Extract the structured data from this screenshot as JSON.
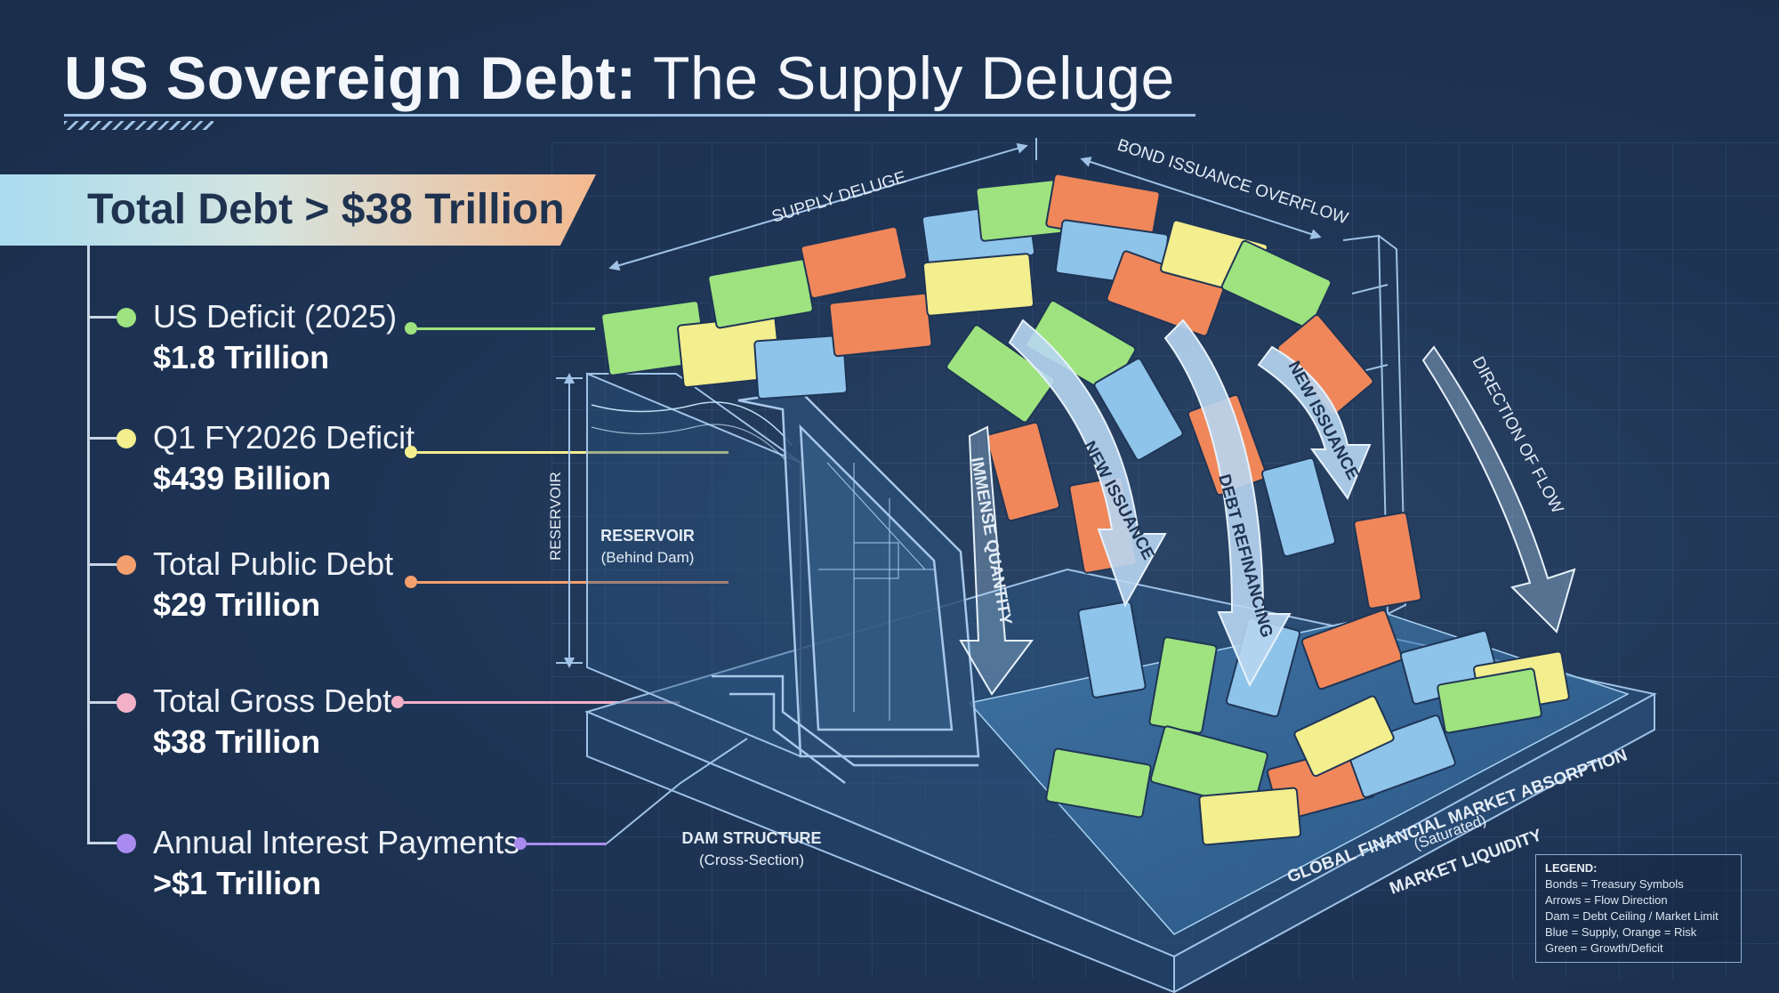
{
  "title": {
    "bold": "US Sovereign Debt:",
    "normal": " The Supply Deluge"
  },
  "banner": "Total Debt > $38 Trillion",
  "items": [
    {
      "label": "US Deficit (2025)",
      "value": "$1.8 Trillion",
      "color": "#9ee37f"
    },
    {
      "label": "Q1 FY2026 Deficit",
      "value": "$439 Billion",
      "color": "#f3ee8e"
    },
    {
      "label": "Total Public Debt",
      "value": "$29 Trillion",
      "color": "#f4a06e"
    },
    {
      "label": "Total Gross Debt",
      "value": "$38 Trillion",
      "color": "#f3b1c8"
    },
    {
      "label": "Annual Interest Payments",
      "value": ">$1 Trillion",
      "color": "#a98bf0"
    }
  ],
  "diagram": {
    "supply_deluge": "SUPPLY DELUGE",
    "overflow": "BOND ISSUANCE OVERFLOW",
    "reservoir_vertical": "RESERVOIR",
    "reservoir_title": "RESERVOIR",
    "reservoir_sub": "(Behind Dam)",
    "immense": "IMMENSE QUANTITY",
    "new_issuance": "NEW ISSUANCE",
    "refinancing": "DEBT REFINANCING",
    "new_issuance_2": "NEW ISSUANCE",
    "direction": "DIRECTION OF FLOW",
    "dam_title": "DAM STRUCTURE",
    "dam_sub": "(Cross-Section)",
    "absorption": "GLOBAL FINANCIAL MARKET ABSORPTION",
    "saturated": "(Saturated)",
    "liquidity": "MARKET LIQUIDITY"
  },
  "legend": {
    "heading": "LEGEND:",
    "rows": [
      "Bonds = Treasury Symbols",
      "Arrows = Flow Direction",
      "Dam = Debt Ceiling / Market Limit",
      "Blue = Supply, Orange = Risk",
      "Green = Growth/Deficit"
    ]
  },
  "colors": {
    "bond_green": "#9ee37f",
    "bond_yellow": "#f3ee8e",
    "bond_orange": "#f0875a",
    "bond_blue": "#8fc4ea",
    "line_blue": "#8fb8e0",
    "background": "#1f3556"
  }
}
